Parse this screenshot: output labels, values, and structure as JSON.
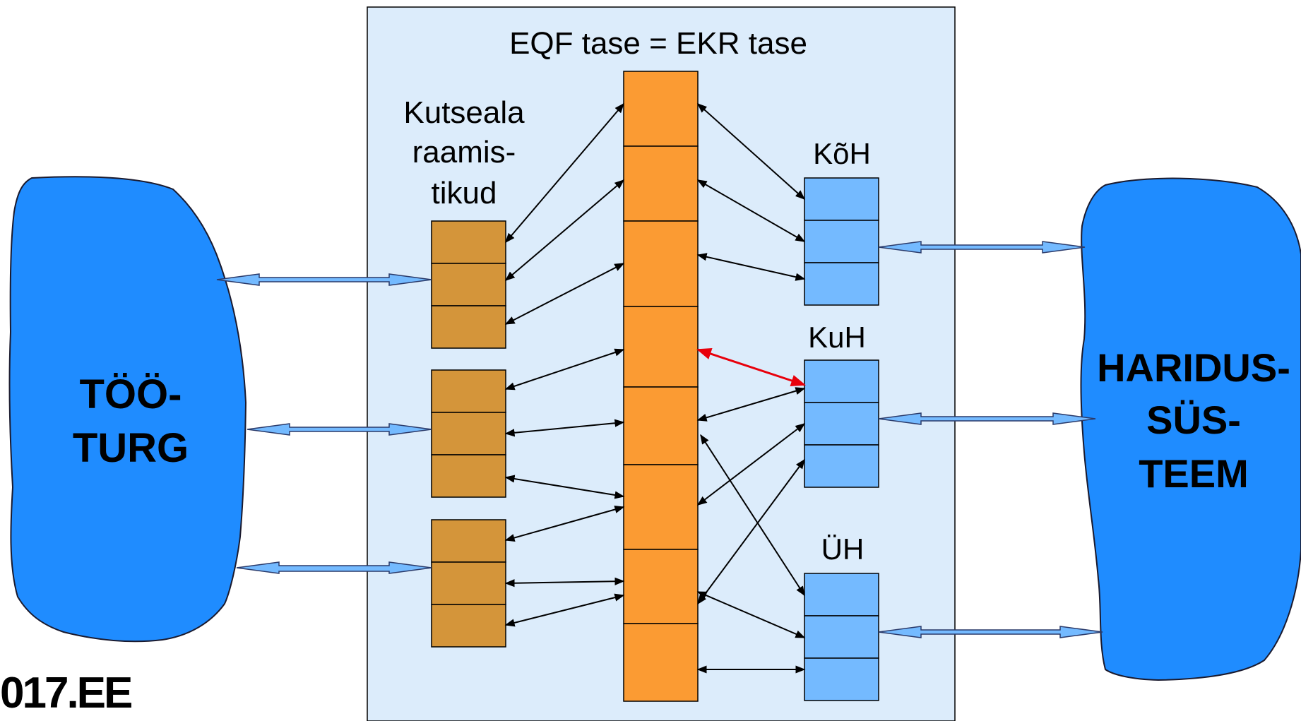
{
  "title": "EQF tase = EKR tase",
  "kutseala_label": [
    "Kutseala",
    "raamis-",
    "tikud"
  ],
  "koh_label": "KõH",
  "kuh_label": "KuH",
  "uh_label": "ÜH",
  "left_cloud_label": [
    "TÖÖ-",
    "TURG"
  ],
  "right_cloud_label": [
    "HARIDUS-",
    "SÜS-",
    "TEEM"
  ],
  "footer_logo": "017.EE",
  "colors": {
    "panel": "#dcecfb",
    "eqf_column": "#fb9b33",
    "kutseala_boxes": "#d4953a",
    "education_boxes": "#74baff",
    "cloud": "#1f8cff",
    "highlight_arrow": "#e8000b"
  }
}
